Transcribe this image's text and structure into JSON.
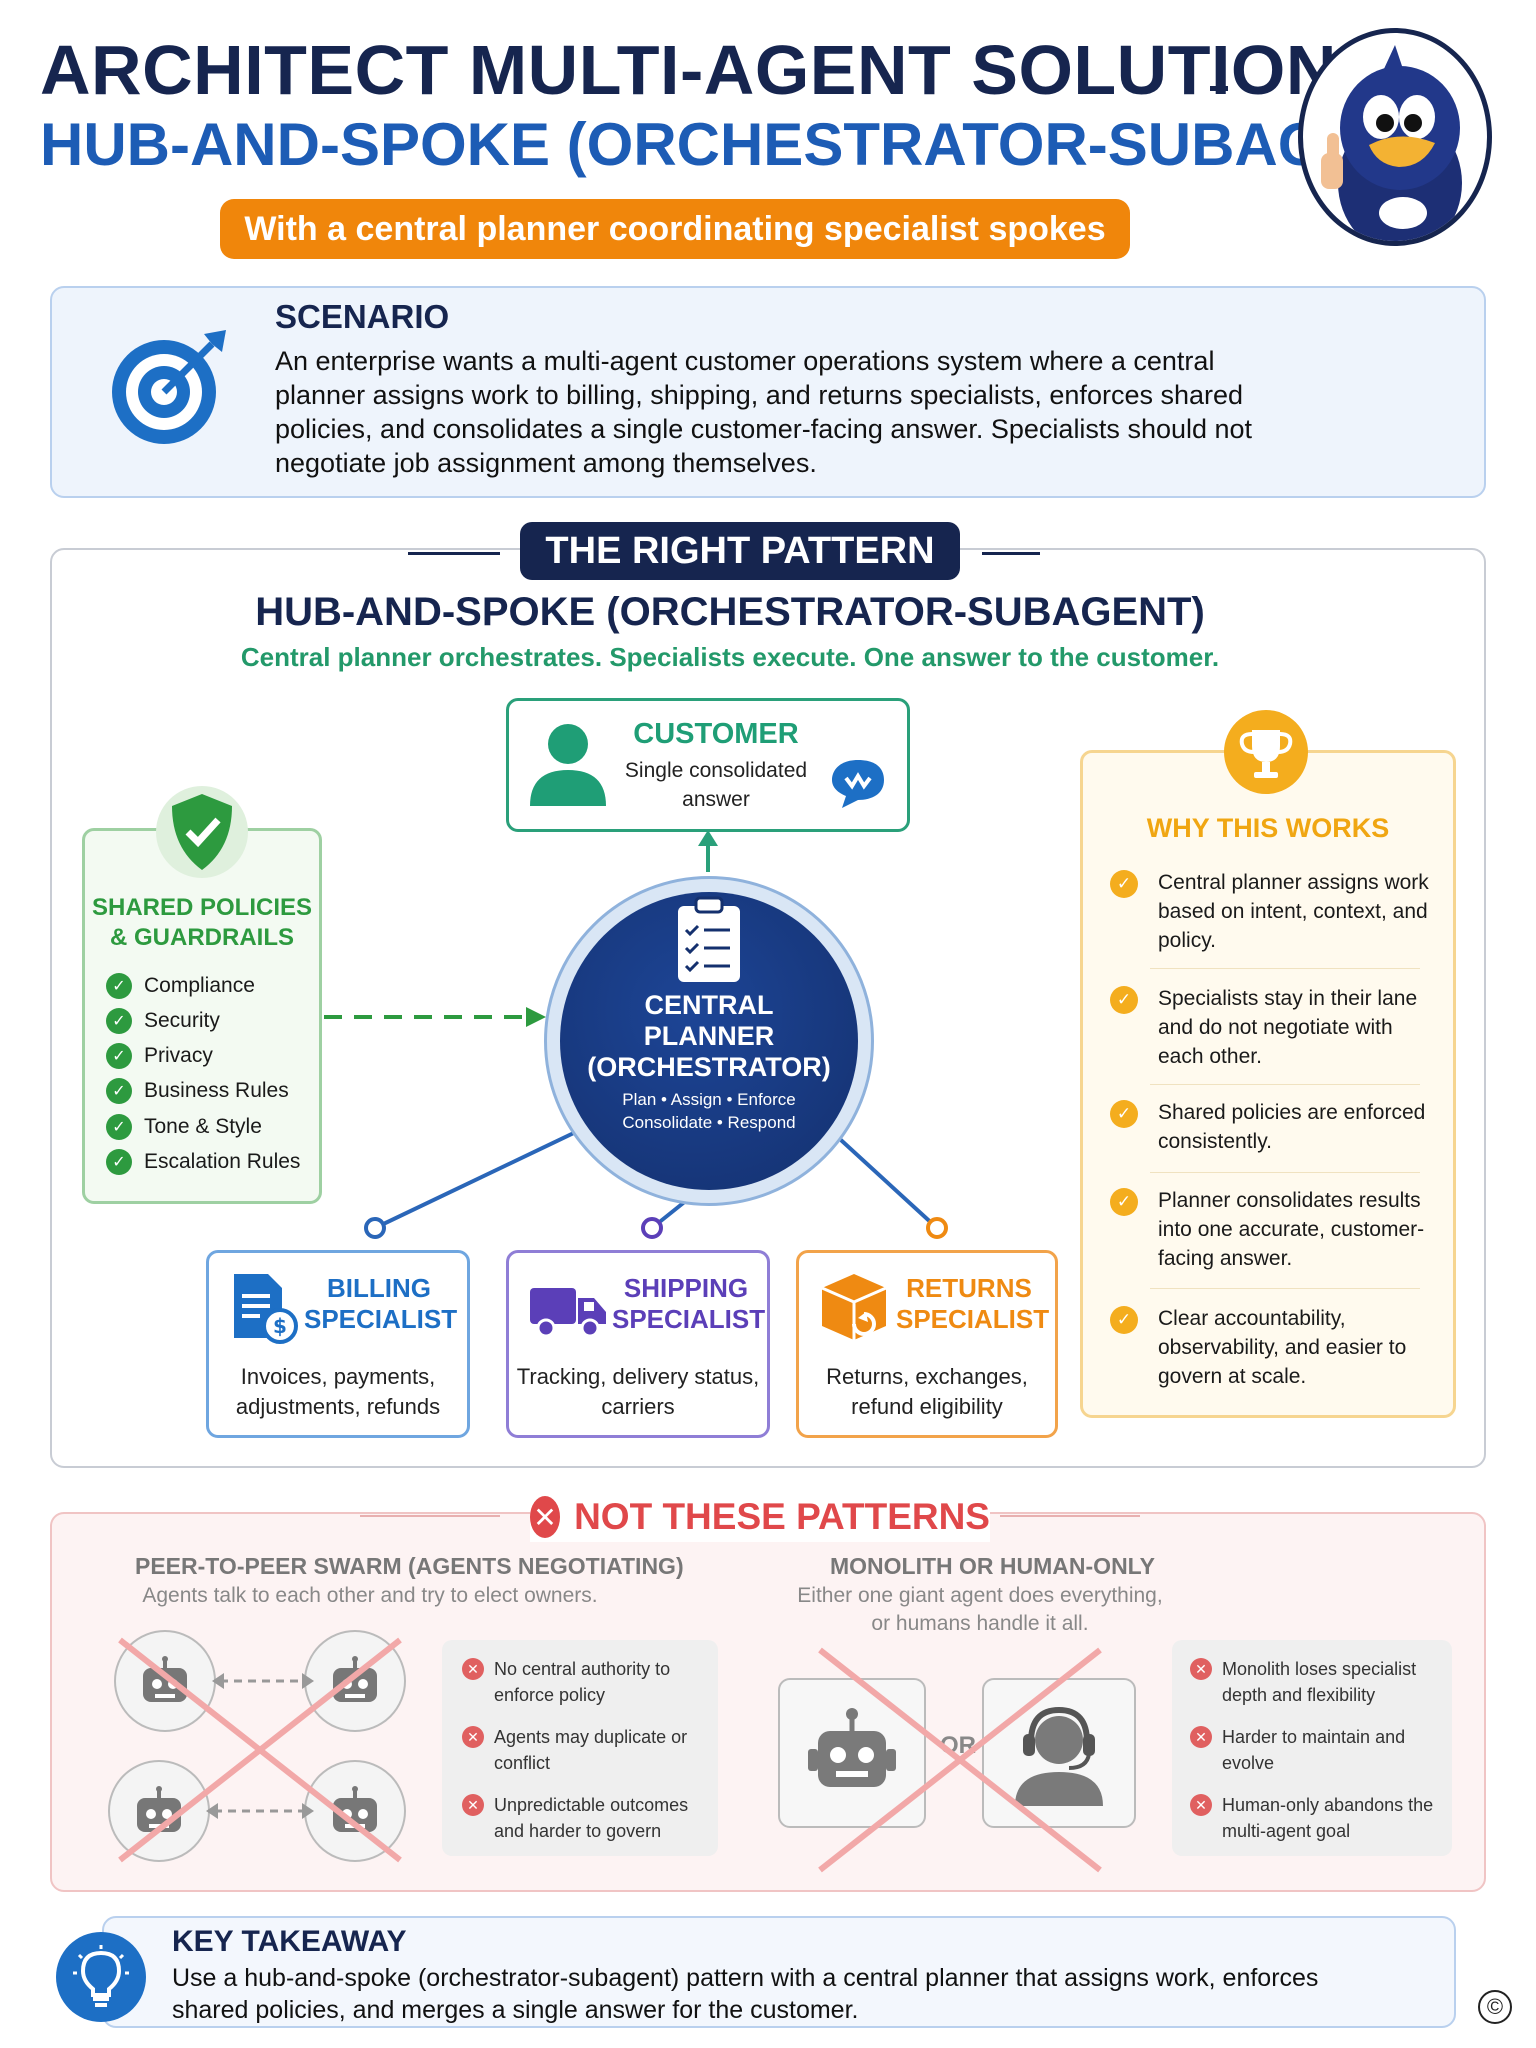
{
  "header": {
    "title_line1": "ARCHITECT MULTI-AGENT SOLUTIONS",
    "title_line2": "HUB-AND-SPOKE (ORCHESTRATOR-SUBAGENT)",
    "subtitle": "With a central planner coordinating specialist spokes"
  },
  "scenario": {
    "title": "SCENARIO",
    "text": "An enterprise wants a multi-agent customer operations system where a central planner assigns work to billing, shipping, and returns specialists, enforces shared policies, and consolidates a single customer-facing answer. Specialists should not negotiate job assignment among themselves."
  },
  "right_pattern": {
    "label": "THE RIGHT PATTERN",
    "heading": "HUB-AND-SPOKE (ORCHESTRATOR-SUBAGENT)",
    "subheading": "Central planner orchestrates. Specialists execute. One answer to the customer.",
    "customer": {
      "title": "CUSTOMER",
      "text": "Single consolidated answer"
    },
    "policies": {
      "title": "SHARED POLICIES & GUARDRAILS",
      "items": [
        "Compliance",
        "Security",
        "Privacy",
        "Business Rules",
        "Tone & Style",
        "Escalation Rules"
      ]
    },
    "planner": {
      "title": "CENTRAL PLANNER (ORCHESTRATOR)",
      "line1": "Plan • Assign • Enforce",
      "line2": "Consolidate • Respond"
    },
    "specialists": [
      {
        "title": "BILLING SPECIALIST",
        "text": "Invoices, payments, adjustments, refunds",
        "color": "#1d6fc5"
      },
      {
        "title": "SHIPPING SPECIALIST",
        "text": "Tracking, delivery status, carriers",
        "color": "#5b3fb8"
      },
      {
        "title": "RETURNS SPECIALIST",
        "text": "Returns, exchanges, refund eligibility",
        "color": "#ef8a12"
      }
    ],
    "why": {
      "title": "WHY THIS WORKS",
      "items": [
        "Central planner assigns work based on intent, context, and policy.",
        "Specialists stay in their lane and do not negotiate with each other.",
        "Shared policies are enforced consistently.",
        "Planner consolidates results into one accurate, customer-facing answer.",
        "Clear accountability, observability, and easier to govern at scale."
      ]
    }
  },
  "not_patterns": {
    "label": "NOT THESE PATTERNS",
    "swarm": {
      "title": "PEER-TO-PEER SWARM (AGENTS NEGOTIATING)",
      "subtitle": "Agents talk to each other and try to elect owners.",
      "cons": [
        "No central authority to enforce policy",
        "Agents may duplicate or conflict",
        "Unpredictable outcomes and harder to govern"
      ]
    },
    "monolith": {
      "title": "MONOLITH OR HUMAN-ONLY",
      "subtitle": "Either one giant agent does everything, or humans handle it all.",
      "or_label": "OR",
      "cons": [
        "Monolith loses specialist depth and flexibility",
        "Harder to maintain and evolve",
        "Human-only abandons the multi-agent goal"
      ]
    }
  },
  "takeaway": {
    "title": "KEY TAKEAWAY",
    "text": "Use a hub-and-spoke (orchestrator-subagent) pattern with a central planner that assigns work, enforces shared policies, and merges a single answer for the customer."
  },
  "colors": {
    "navy": "#16254f",
    "blue": "#1d5cb5",
    "orange": "#f0860b",
    "green": "#2d9a3f",
    "red": "#e0484a",
    "gold": "#f4ad1e"
  },
  "icons": [
    "mascot-icon",
    "target-icon",
    "person-icon",
    "chat-icon",
    "shield-icon",
    "clipboard-icon",
    "document-dollar-icon",
    "truck-icon",
    "box-return-icon",
    "trophy-icon",
    "robot-icon",
    "headset-icon",
    "lightbulb-icon"
  ],
  "copyright_mark": "©"
}
